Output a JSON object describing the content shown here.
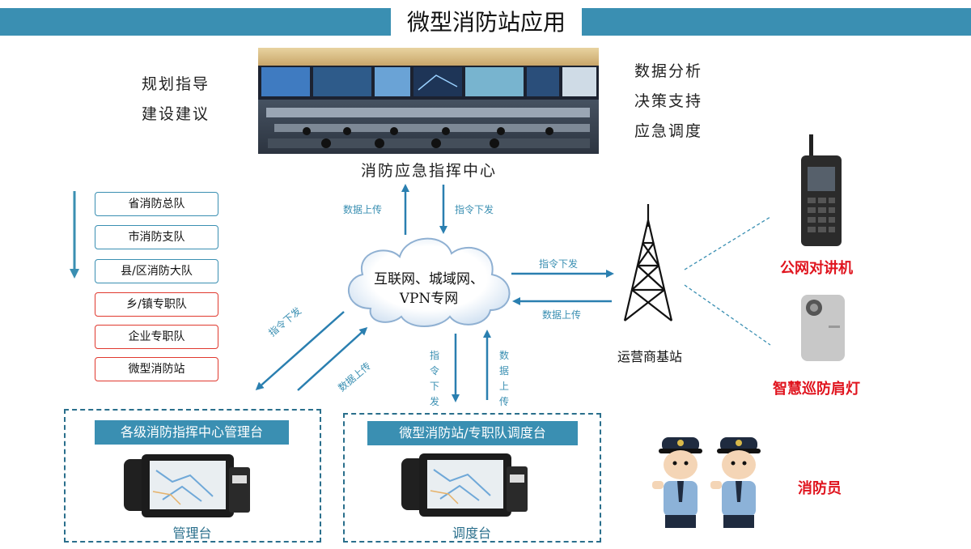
{
  "title": "微型消防站应用",
  "center": {
    "label": "消防应急指挥中心",
    "left_notes": [
      "规划指导",
      "建设建议"
    ],
    "right_notes": [
      "数据分析",
      "决策支持",
      "应急调度"
    ]
  },
  "cloud": {
    "line1": "互联网、城域网、",
    "line2": "VPN专网"
  },
  "hierarchy": [
    {
      "label": "省消防总队",
      "status": "blue"
    },
    {
      "label": "市消防支队",
      "status": "blue"
    },
    {
      "label": "县/区消防大队",
      "status": "blue"
    },
    {
      "label": "乡/镇专职队",
      "status": "red"
    },
    {
      "label": "企业专职队",
      "status": "red"
    },
    {
      "label": "微型消防站",
      "status": "red"
    }
  ],
  "arrows": {
    "data_up": "数据上传",
    "cmd_down": "指令下发"
  },
  "tower": {
    "label": "运营商基站"
  },
  "devices": {
    "walkie": "公网对讲机",
    "lamp": "智慧巡防肩灯",
    "firefighter": "消防员"
  },
  "panels": {
    "left": {
      "title": "各级消防指挥中心管理台",
      "caption": "管理台"
    },
    "right": {
      "title": "微型消防站/专职队调度台",
      "caption": "调度台"
    }
  },
  "colors": {
    "accent": "#3a8fb2",
    "alert": "#e0141e"
  }
}
